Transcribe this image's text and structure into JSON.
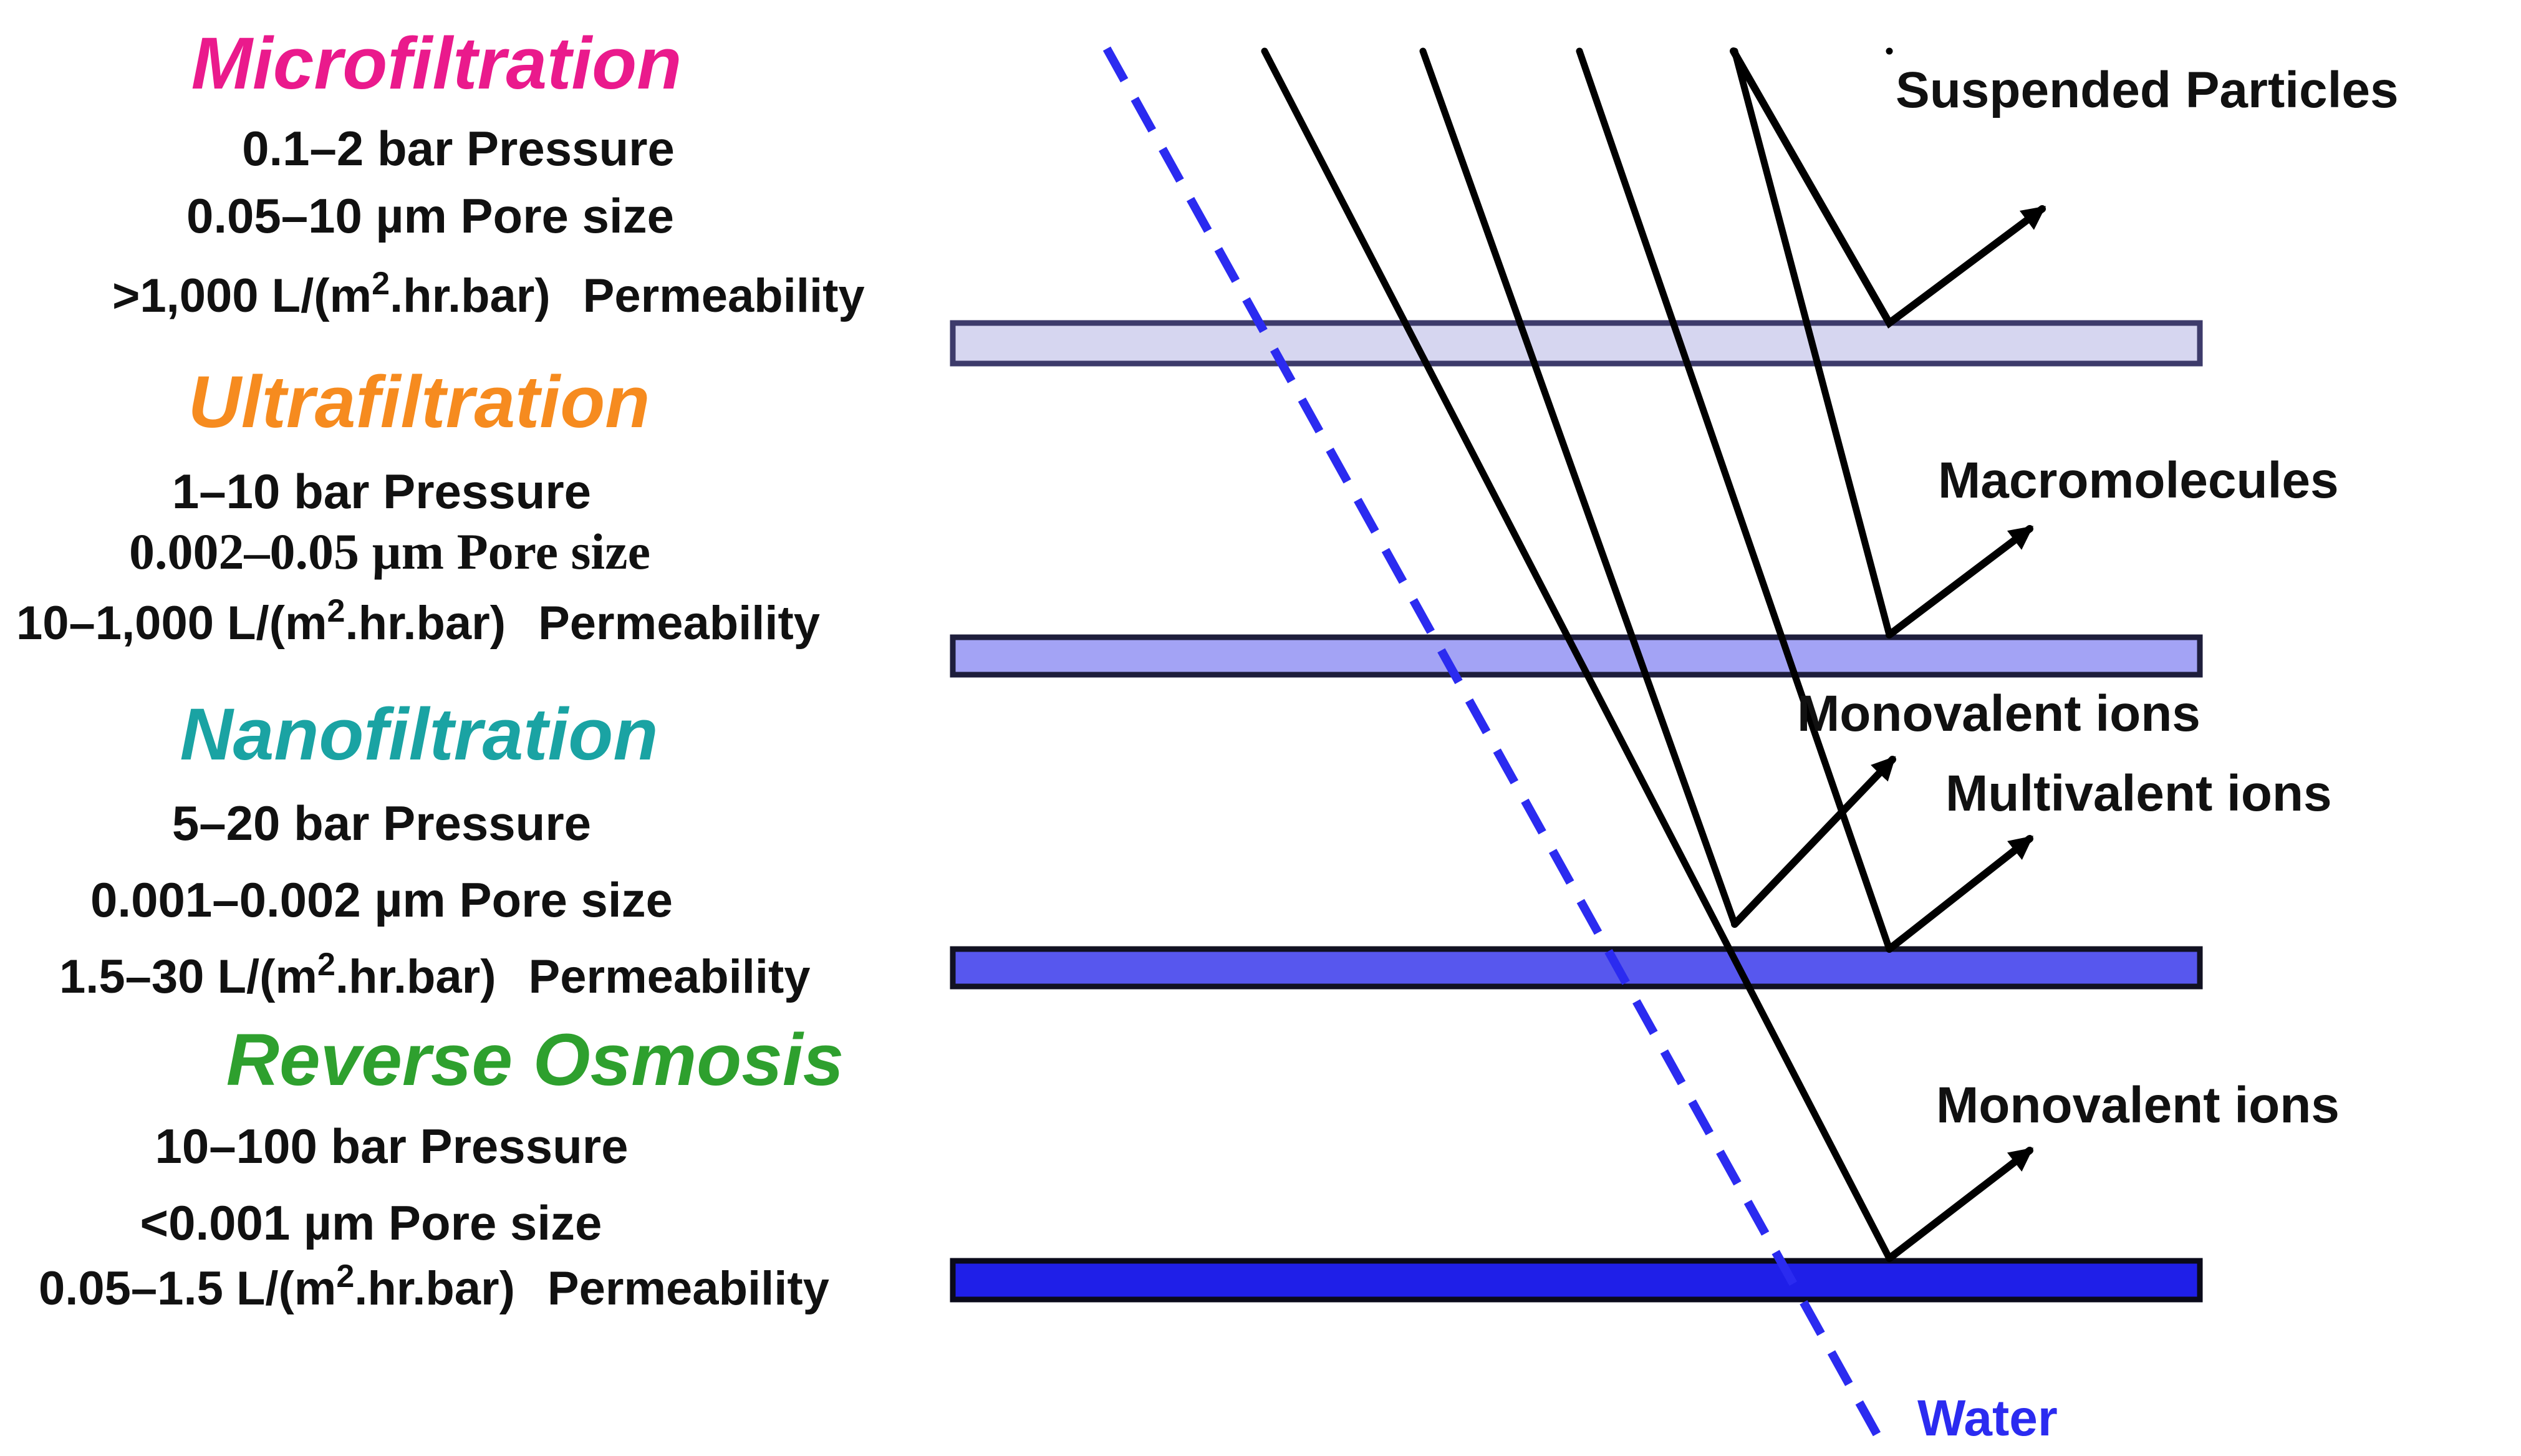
{
  "colors": {
    "microfiltration": "#ea1a8c",
    "ultrafiltration": "#f68b1f",
    "nanofiltration": "#1aa3a3",
    "reverse_osmosis": "#2ea02e",
    "water": "#2b2bf0",
    "membrane_mf": "#d6d6f0",
    "membrane_uf": "#a3a3f5",
    "membrane_nf": "#5757ee",
    "membrane_ro": "#1f1fe8"
  },
  "processes": [
    {
      "title": "Microfiltration",
      "pressure": "0.1–2 bar Pressure",
      "pore_size": "0.05–10 µm Pore size",
      "permeability_value": ">1,000 L/(m",
      "permeability_sup": "2",
      "permeability_unit": ".hr.bar)",
      "permeability_label": "Permeability",
      "rejected": [
        "Suspended Particles"
      ]
    },
    {
      "title": "Ultrafiltration",
      "pressure": "1–10 bar Pressure",
      "pore_size": "0.002–0.05 µm Pore size",
      "permeability_value": "10–1,000 L/(m",
      "permeability_sup": "2",
      "permeability_unit": ".hr.bar)",
      "permeability_label": "Permeability",
      "rejected": [
        "Macromolecules"
      ]
    },
    {
      "title": "Nanofiltration",
      "pressure": "5–20 bar Pressure",
      "pore_size": "0.001–0.002 µm Pore size",
      "permeability_value": "1.5–30 L/(m",
      "permeability_sup": "2",
      "permeability_unit": ".hr.bar)",
      "permeability_label": "Permeability",
      "rejected": [
        "Monovalent ions",
        "Multivalent ions"
      ]
    },
    {
      "title": "Reverse Osmosis",
      "pressure": "10–100 bar Pressure",
      "pore_size": "<0.001 µm Pore size",
      "permeability_value": "0.05–1.5 L/(m",
      "permeability_sup": "2",
      "permeability_unit": ".hr.bar)",
      "permeability_label": "Permeability",
      "rejected": [
        "Monovalent ions"
      ]
    }
  ],
  "water_label": "Water"
}
